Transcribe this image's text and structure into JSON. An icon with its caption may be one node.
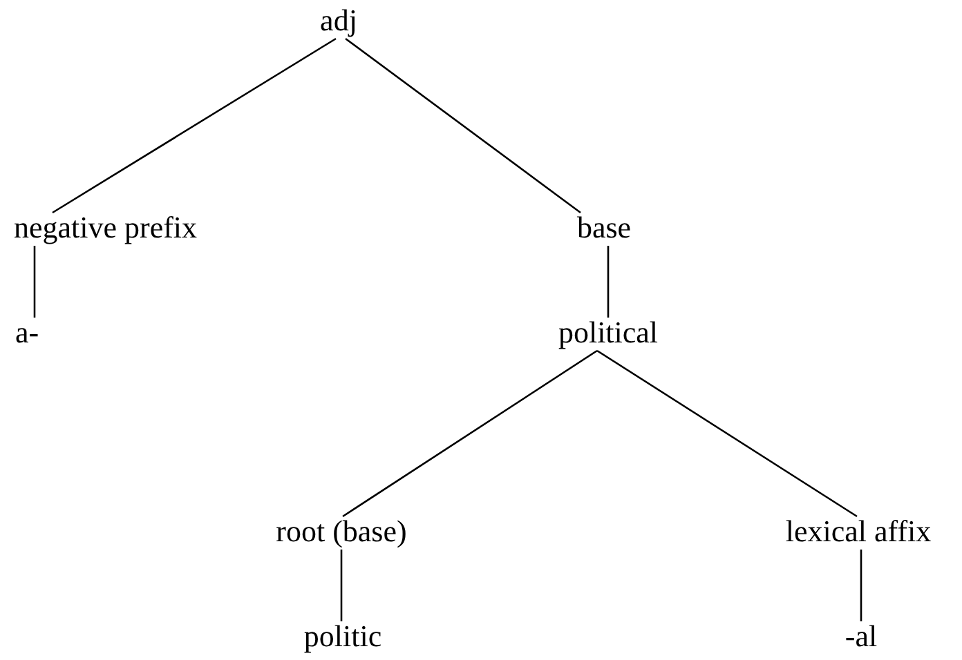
{
  "diagram": {
    "nodes": [
      {
        "text": [
          "adj"
        ]
      },
      {
        "text": [
          "negative prefix"
        ]
      },
      {
        "text": [
          "base"
        ]
      },
      {
        "text": [
          "a-"
        ]
      },
      {
        "text": [
          "political"
        ]
      },
      {
        "text": [
          "root (base)"
        ]
      },
      {
        "text": [
          "lexical affix"
        ]
      },
      {
        "text": [
          "politic"
        ]
      },
      {
        "text": [
          "-al"
        ]
      }
    ],
    "edges": [
      {
        "from": 0,
        "to": 1,
        "arrow": "none"
      },
      {
        "from": 0,
        "to": 2,
        "arrow": "none"
      },
      {
        "from": 1,
        "to": 3,
        "arrow": "none"
      },
      {
        "from": 2,
        "to": 4,
        "arrow": "none"
      },
      {
        "from": 4,
        "to": 5,
        "arrow": "none"
      },
      {
        "from": 4,
        "to": 6,
        "arrow": "none"
      },
      {
        "from": 5,
        "to": 7,
        "arrow": "none"
      },
      {
        "from": 6,
        "to": 8,
        "arrow": "none"
      }
    ]
  }
}
